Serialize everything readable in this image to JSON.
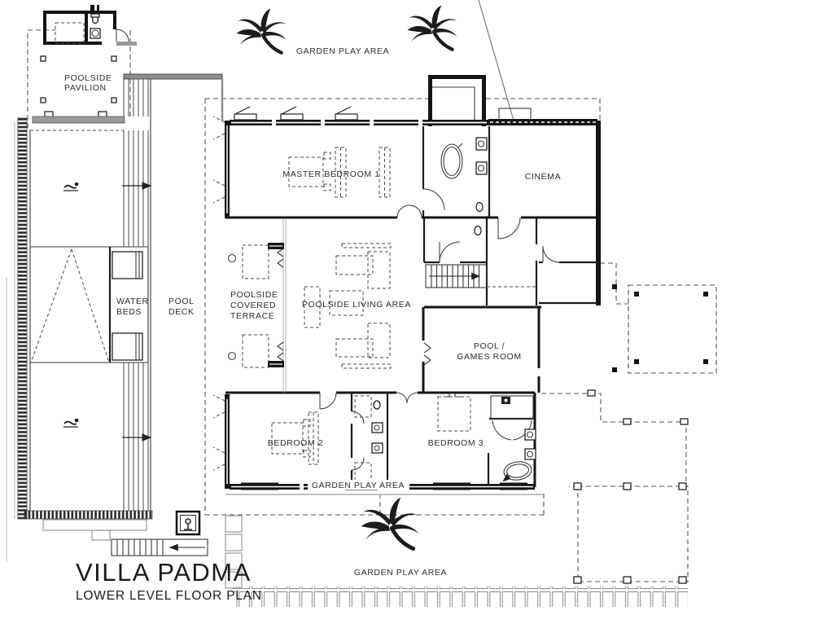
{
  "title_block": {
    "title": "VILLA PADMA",
    "subtitle": "LOWER LEVEL FLOOR PLAN"
  },
  "labels": {
    "garden_play_area_top": "GARDEN PLAY AREA",
    "garden_play_area_mid": "GARDEN PLAY AREA",
    "garden_play_area_bottom": "GARDEN PLAY AREA",
    "poolside_pavilion": [
      "POOLSIDE",
      "PAVILION"
    ],
    "master_bedroom_1": "MASTER BEDROOM 1",
    "cinema": "CINEMA",
    "water_beds": [
      "WATER",
      "BEDS"
    ],
    "pool_deck": [
      "POOL",
      "DECK"
    ],
    "poolside_covered_terrace": [
      "POOLSIDE",
      "COVERED",
      "TERRACE"
    ],
    "poolside_living_area": "POOLSIDE LIVING AREA",
    "pool_games_room": [
      "POOL /",
      "GAMES ROOM"
    ],
    "bedroom_2": "BEDROOM 2",
    "bedroom_3": "BEDROOM 3"
  },
  "icons": {
    "palm_tree": "palm-tree",
    "swimmer": "swimmer",
    "outdoor_shower": "outdoor-shower",
    "direction_arrow": "arrow"
  },
  "colors": {
    "ink": "#1e1e1e",
    "wall": "#111111",
    "dash": "#555555",
    "light_grey": "#9a9a9a",
    "paper": "#ffffff"
  }
}
